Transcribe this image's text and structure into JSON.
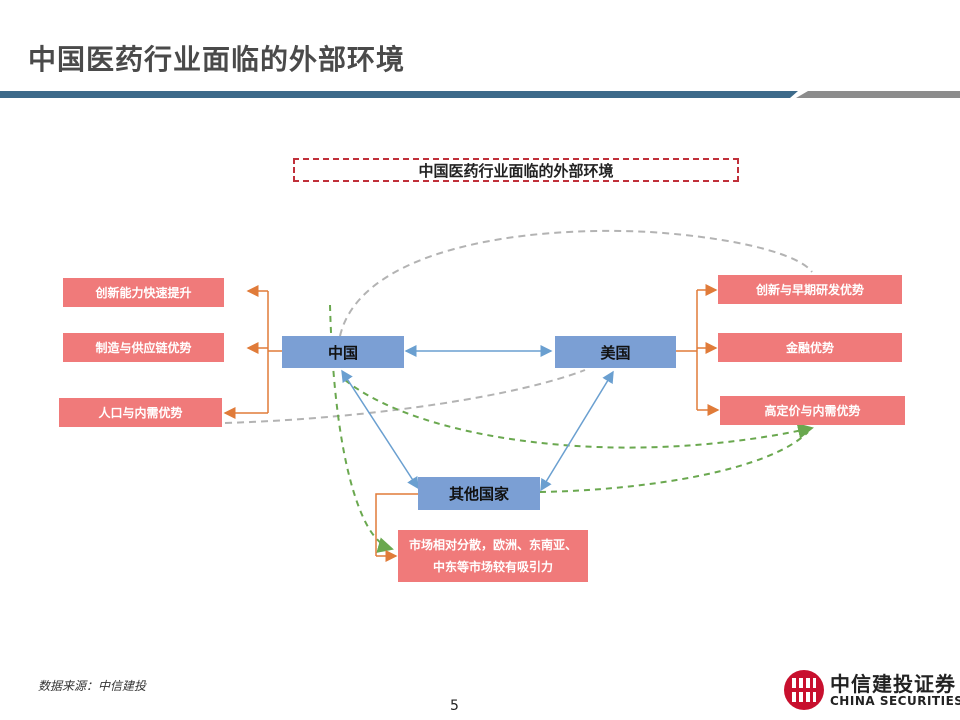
{
  "page": {
    "title": "中国医药行业面临的外部环境",
    "source": "数据来源：中信建投",
    "page_number": "5"
  },
  "diagram": {
    "title": "中国医药行业面临的外部环境",
    "countries": {
      "china": "中国",
      "usa": "美国",
      "others": "其他国家"
    },
    "china_factors": [
      "创新能力快速提升",
      "制造与供应链优势",
      "人口与内需优势"
    ],
    "usa_factors": [
      "创新与早期研发优势",
      "金融优势",
      "高定价与内需优势"
    ],
    "others_factor": "市场相对分散，欧洲、东南亚、中东等市场较有吸引力",
    "colors": {
      "country_node": "#7b9fd4",
      "factor_node": "#f07a7a",
      "gray_dashed": "#b3b3b3",
      "green_dashed": "#6aa84f",
      "blue_arrow": "#6a9fd0",
      "orange_arrow": "#e07b39"
    }
  },
  "logo": {
    "name_cn": "中信建投证券",
    "name_en": "CHINA SECURITIES"
  }
}
